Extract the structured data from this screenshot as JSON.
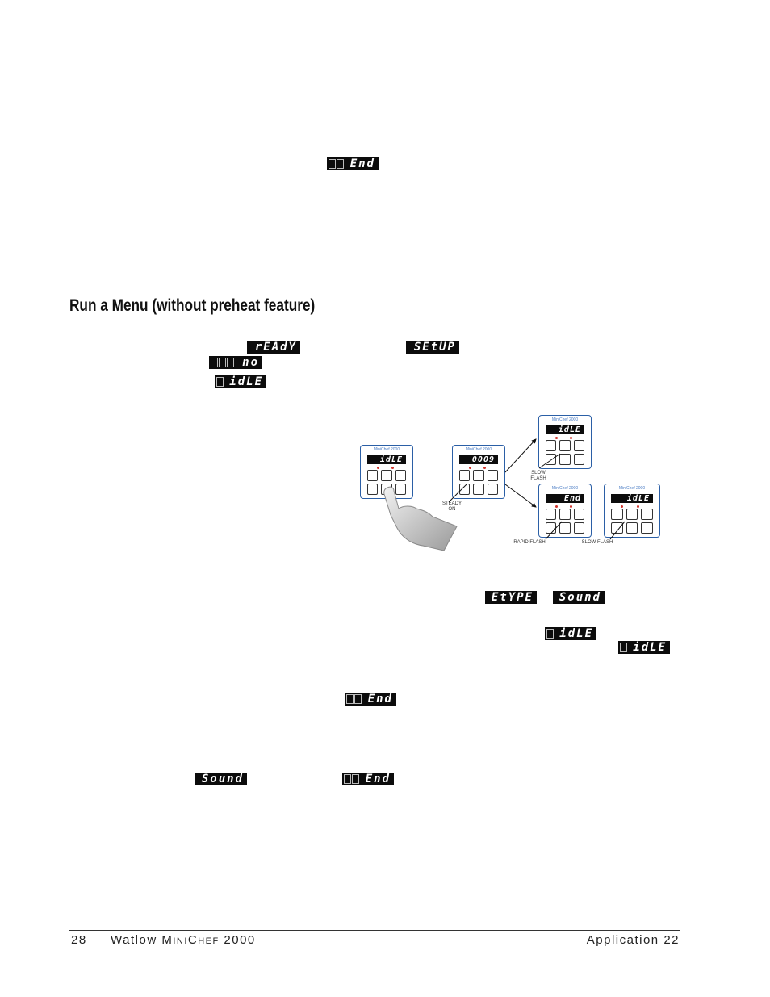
{
  "displays": {
    "end_top": "End",
    "ready": "rEAdY",
    "setup": "SEtUP",
    "no": "no",
    "idle_1": "idLE",
    "etype": "EtYPE",
    "sound_1": "Sound",
    "idle_2": "idLE",
    "idle_3": "idLE",
    "end_mid": "End",
    "sound_2": "Sound",
    "end_bottom": "End"
  },
  "section": {
    "title": "Run a Menu (without preheat feature)"
  },
  "figure": {
    "panel_brand": "MiniChef 2000",
    "panels": {
      "p1": "idLE",
      "p2": "0009",
      "p3": "idLE",
      "p4": "End",
      "p5": "idLE"
    },
    "labels": {
      "steady_on": "STEADY ON",
      "slow_flash_1": "SLOW FLASH",
      "rapid_flash": "RAPID FLASH",
      "slow_flash_2": "SLOW FLASH"
    }
  },
  "footer": {
    "page_number": "28",
    "brand": "Watlow",
    "product_m": "M",
    "product_ini": "INI",
    "product_c": "C",
    "product_hef": "HEF",
    "product_model": "2000",
    "application": "Application 22"
  }
}
